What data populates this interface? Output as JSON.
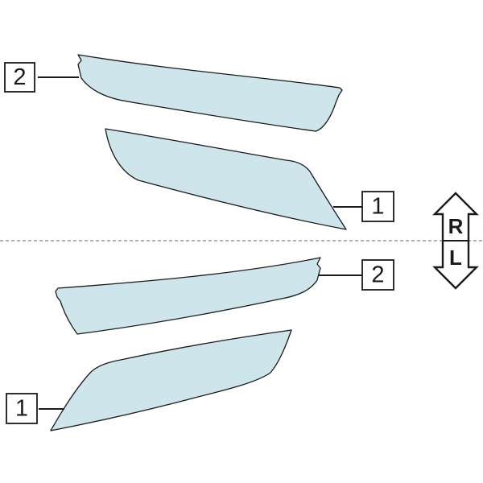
{
  "colors": {
    "piece_fill": "#cfe5ec",
    "line": "#1a1a1a",
    "divider": "#808080"
  },
  "side_indicator": {
    "right_label": "R",
    "left_label": "L",
    "icon": "double-arrow-up-down-icon"
  },
  "right_side": {
    "callouts": [
      {
        "id": "callout-2",
        "label": "2"
      },
      {
        "id": "callout-1",
        "label": "1"
      }
    ]
  },
  "left_side": {
    "callouts": [
      {
        "id": "callout-2",
        "label": "2"
      },
      {
        "id": "callout-1",
        "label": "1"
      }
    ]
  }
}
